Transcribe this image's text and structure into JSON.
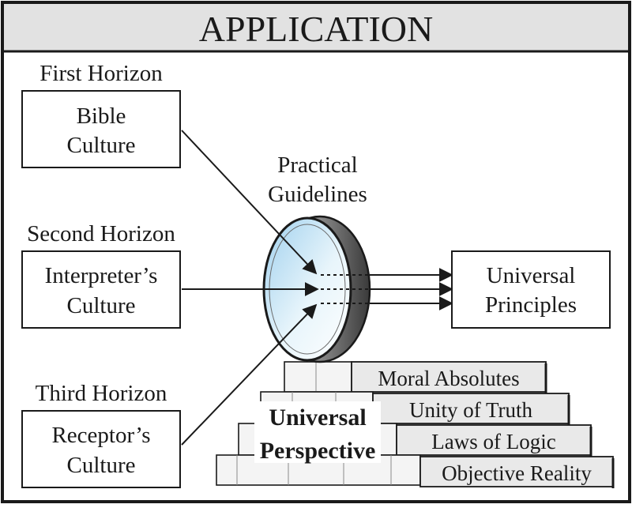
{
  "title": "APPLICATION",
  "horizons": [
    {
      "heading": "First Horizon",
      "line1": "Bible",
      "line2": "Culture"
    },
    {
      "heading": "Second Horizon",
      "line1": "Interpreter’s",
      "line2": "Culture"
    },
    {
      "heading": "Third Horizon",
      "line1": "Receptor’s",
      "line2": "Culture"
    }
  ],
  "lens_label": {
    "line1": "Practical",
    "line2": "Guidelines"
  },
  "result": {
    "line1": "Universal",
    "line2": "Principles"
  },
  "foundation": {
    "label_line1": "Universal",
    "label_line2": "Perspective",
    "steps": [
      "Moral Absolutes",
      "Unity of Truth",
      "Laws of Logic",
      "Objective Reality"
    ]
  },
  "colors": {
    "ink": "#1a1a1a",
    "title_band": "#e2e2e2",
    "lens_tint": "#bfe0f2",
    "step_face": "#e9e9e9"
  }
}
